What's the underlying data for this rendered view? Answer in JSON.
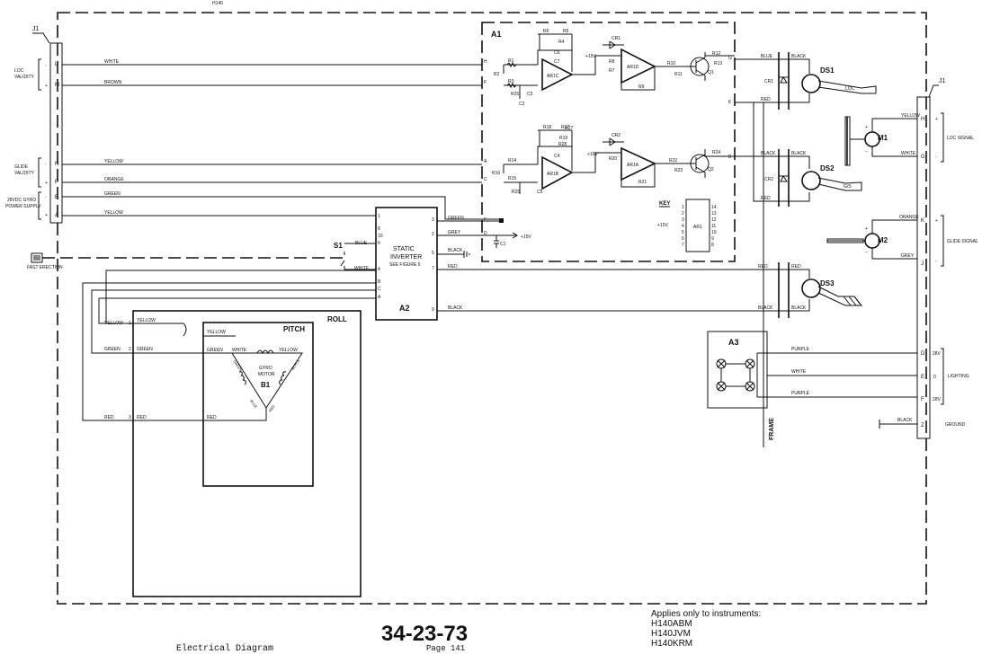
{
  "doc": {
    "top_ref": "H140",
    "doc_number": "34-23-73",
    "doc_title": "Electrical Diagram",
    "page_label": "Page 141",
    "applies_heading": "Applies only to instruments:",
    "instruments": [
      "H140ABM",
      "H140JVM",
      "H140KRM"
    ]
  },
  "connector_left": {
    "name": "J1",
    "pins": [
      "L",
      "M",
      "N",
      "P",
      "B",
      "A"
    ],
    "signals": [
      {
        "label_lines": [
          "LOC",
          "VALIDITY"
        ],
        "polarity": [
          "-",
          "+"
        ]
      },
      {
        "label_lines": [
          "GLIDE",
          "VALIDITY"
        ],
        "polarity": [
          "-",
          "+"
        ]
      },
      {
        "label_lines": [
          "28VDC GYRO",
          "POWER SUPPLY"
        ],
        "polarity": [
          "-",
          "+"
        ]
      }
    ],
    "wires": [
      "WHITE",
      "BROWN",
      "YELLOW",
      "ORANGE",
      "GREEN",
      "YELLOW"
    ]
  },
  "fast_erection": "FAST ERECTION",
  "switch": {
    "name": "S1",
    "wires": [
      "BLUE",
      "WHITE"
    ]
  },
  "inverter": {
    "name": "A2",
    "title_lines": [
      "STATIC",
      "INVERTER"
    ],
    "note": "SEE FIGURE 5",
    "left_pins": [
      "1",
      "8",
      "10",
      "6",
      "4",
      "B",
      "C",
      "A"
    ],
    "right_pins": [
      "3",
      "2",
      "5",
      "7",
      "9"
    ],
    "right_wires": [
      "GREEN",
      "GREY",
      "BLACK",
      "RED",
      "BLACK"
    ]
  },
  "amp_board": {
    "name": "A1",
    "supply": "+15V",
    "inputs": [
      "H",
      "F",
      "A",
      "C",
      "E",
      "D"
    ],
    "outputs": [
      "G",
      "K",
      "B"
    ],
    "resistors": [
      "R1",
      "R2",
      "R3",
      "R4",
      "R5",
      "R6",
      "R7",
      "R8",
      "R9",
      "R10",
      "R11",
      "R12",
      "R13",
      "R14",
      "R15",
      "R16",
      "R17",
      "R18",
      "R19",
      "R20",
      "R21",
      "R22",
      "R23",
      "R24",
      "R25",
      "R26",
      "R27",
      "R28"
    ],
    "capacitors": [
      "C1",
      "C2",
      "C3",
      "C4",
      "C5",
      "C6",
      "C7"
    ],
    "diodes": [
      "CR1",
      "CR2"
    ],
    "transistors": [
      "Q1",
      "Q2"
    ],
    "opamps": [
      "AR1C",
      "AR1D",
      "AR1B",
      "AR1A"
    ],
    "key": {
      "title": "KEY",
      "chip": "AR1",
      "left_pins": [
        "1",
        "2",
        "3",
        "4",
        "5",
        "6",
        "7"
      ],
      "right_pins": [
        "14",
        "13",
        "12",
        "11",
        "10",
        "9",
        "8"
      ]
    }
  },
  "indicators": {
    "ds1": {
      "name": "DS1",
      "flag": "LOC",
      "wires": [
        "BLUE",
        "BLACK",
        "RED"
      ],
      "diode": "CR1"
    },
    "ds2": {
      "name": "DS2",
      "flag": "G/S",
      "wires": [
        "BLACK",
        "BLACK",
        "RED"
      ],
      "diode": "CR2"
    },
    "ds3": {
      "name": "DS3",
      "wires": [
        "RED",
        "RED",
        "BLACK",
        "BLACK"
      ]
    }
  },
  "meters": {
    "m1": {
      "name": "M1",
      "wires": [
        "YELLOW",
        "WHITE"
      ]
    },
    "m2": {
      "name": "M2",
      "wires": [
        "ORANGE",
        "GREY"
      ]
    }
  },
  "lighting": {
    "name": "A3",
    "wires": [
      "PURPLE",
      "WHITE",
      "PURPLE"
    ],
    "ground_wire": "BLACK"
  },
  "frame": "FRAME",
  "connector_right": {
    "name": "J1",
    "pins": [
      "H",
      "G",
      "K",
      "J",
      "D",
      "E",
      "F",
      "Z"
    ],
    "polarity": [
      "+",
      "-",
      "+",
      "-"
    ],
    "voltages": [
      "28V",
      "0",
      "28V"
    ],
    "labels": [
      "LOC SIGNAL",
      "GLIDE SIGNAL",
      "LIGHTING",
      "GROUND"
    ]
  },
  "gyro": {
    "roll": "ROLL",
    "pitch": "PITCH",
    "name": "B1",
    "motor_lines": [
      "GYRO",
      "MOTOR"
    ],
    "pins": [
      "1",
      "2",
      "3"
    ],
    "outer_wires": [
      "YELLOW",
      "GREEN",
      "RED"
    ],
    "inner_wires": [
      "YELLOW",
      "GREEN",
      "RED",
      "YELLOW",
      "WHITE",
      "YELLOW"
    ],
    "winding_colors": [
      "GREEN",
      "BLACK",
      "BLUE",
      "RED"
    ]
  }
}
